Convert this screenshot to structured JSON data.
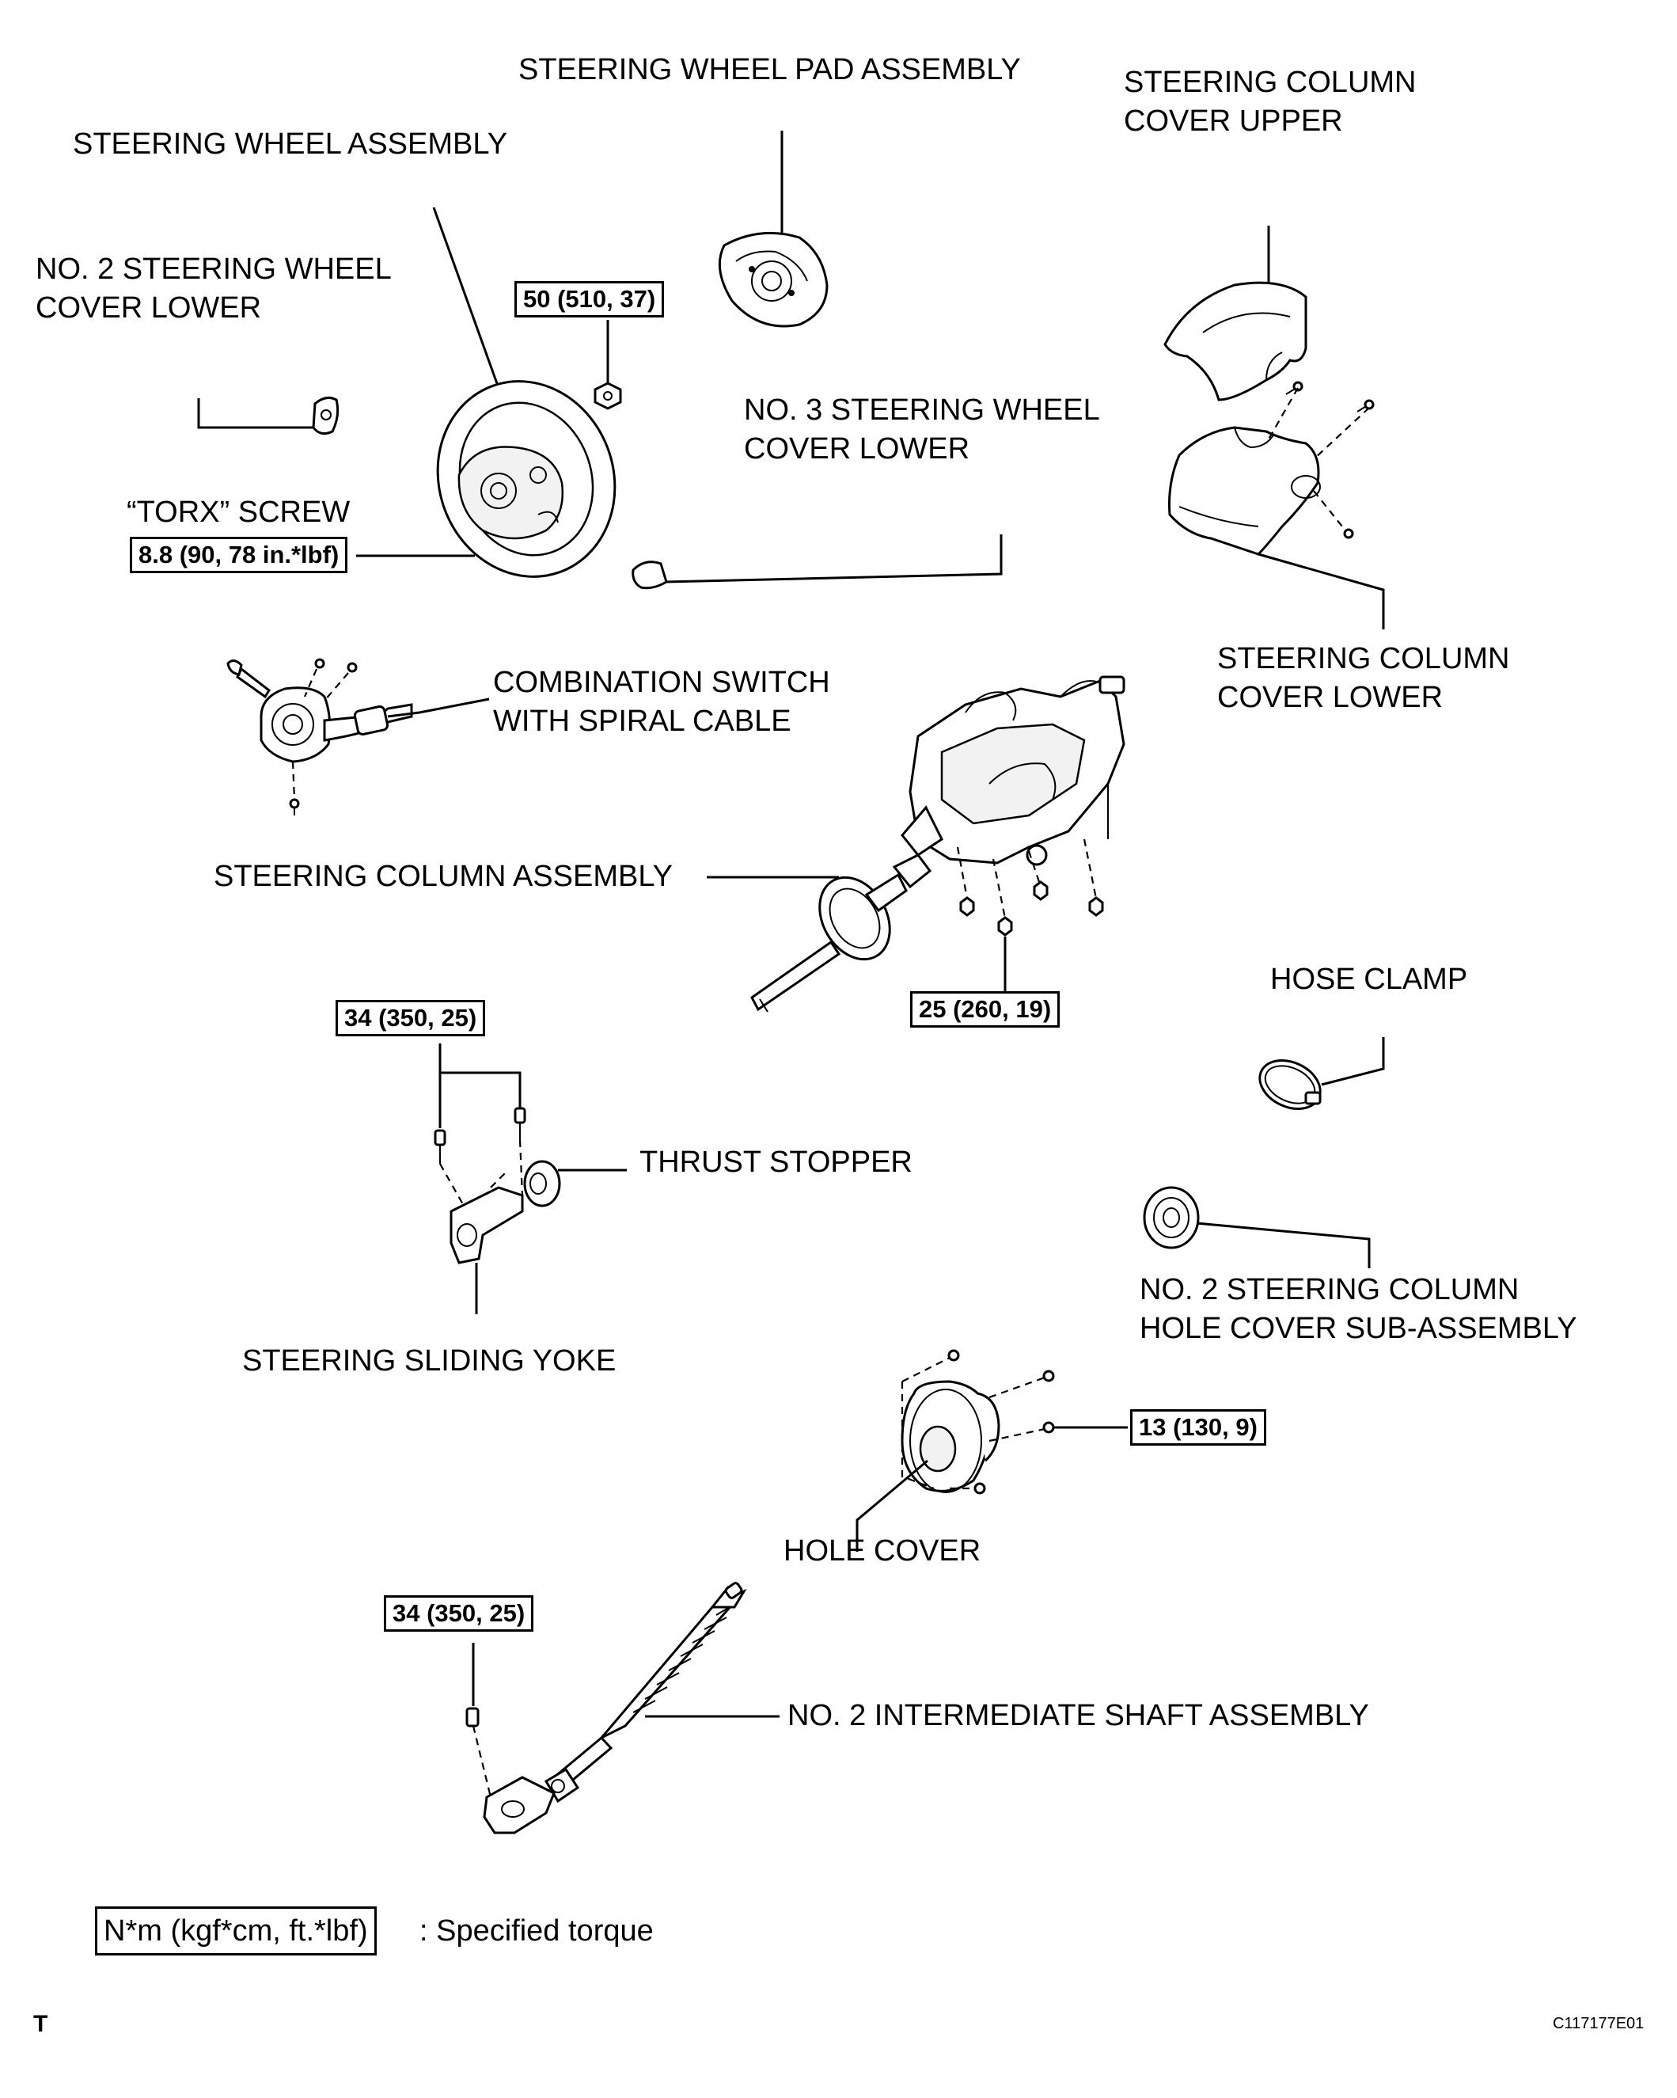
{
  "labels": {
    "steering_wheel_pad_assembly": "STEERING WHEEL PAD ASSEMBLY",
    "steering_column_cover_upper_1": "STEERING COLUMN",
    "steering_column_cover_upper_2": "COVER UPPER",
    "steering_wheel_assembly": "STEERING WHEEL ASSEMBLY",
    "no2_wheel_cover_lower_1": "NO. 2 STEERING WHEEL",
    "no2_wheel_cover_lower_2": "COVER LOWER",
    "no3_wheel_cover_lower_1": "NO. 3 STEERING WHEEL",
    "no3_wheel_cover_lower_2": "COVER LOWER",
    "torx_screw": "“TORX” SCREW",
    "steering_column_cover_lower_1": "STEERING COLUMN",
    "steering_column_cover_lower_2": "COVER LOWER",
    "combination_switch_1": "COMBINATION SWITCH",
    "combination_switch_2": "WITH SPIRAL CABLE",
    "steering_column_assembly": "STEERING COLUMN ASSEMBLY",
    "hose_clamp": "HOSE CLAMP",
    "thrust_stopper": "THRUST STOPPER",
    "no2_column_hole_cover_1": "NO. 2 STEERING COLUMN",
    "no2_column_hole_cover_2": "HOLE COVER SUB-ASSEMBLY",
    "steering_sliding_yoke": "STEERING SLIDING YOKE",
    "hole_cover": "HOLE COVER",
    "no2_intermediate_shaft": "NO. 2 INTERMEDIATE SHAFT ASSEMBLY"
  },
  "torques": {
    "wheel_nut": "50 (510, 37)",
    "torx_screw": "8.8 (90, 78 in.*lbf)",
    "column_bolts": "25 (260, 19)",
    "sliding_yoke_bolts": "34 (350, 25)",
    "hole_cover_bolts": "13 (130, 9)",
    "intermediate_shaft_bolt": "34 (350, 25)"
  },
  "legend": {
    "unit_box": "N*m (kgf*cm, ft.*lbf)",
    "unit_text": ": Specified torque"
  },
  "footer": {
    "corner_mark": "T",
    "figure_id": "C117177E01"
  }
}
